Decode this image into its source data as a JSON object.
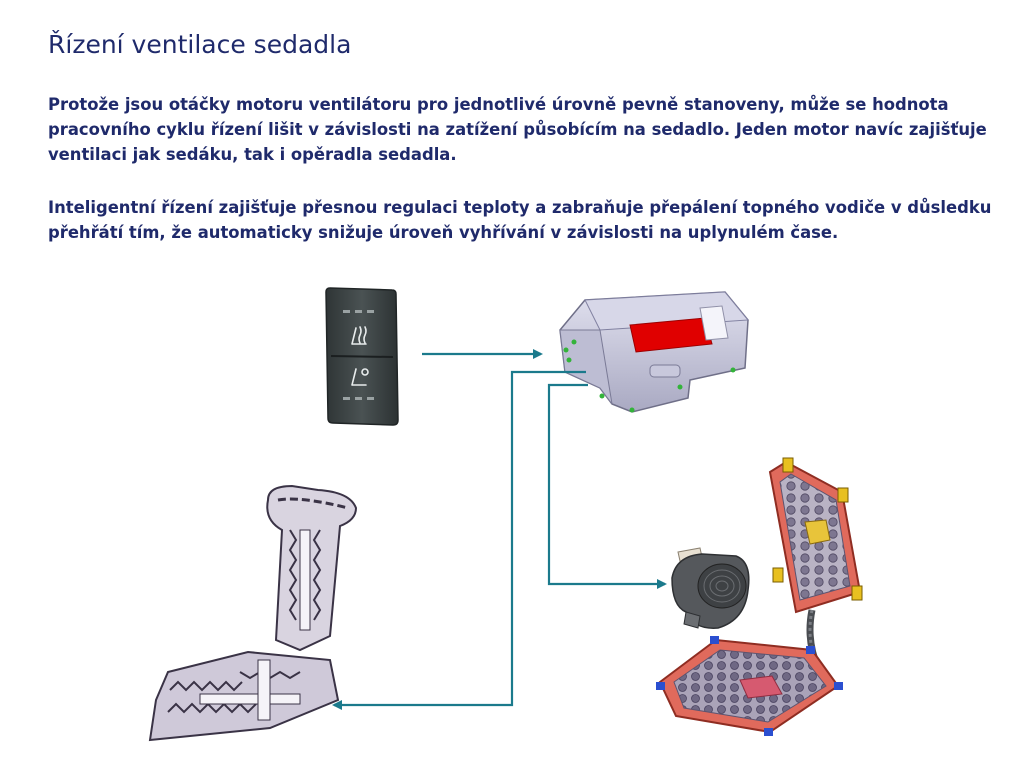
{
  "slide": {
    "title": "Řízení ventilace sedadla",
    "paragraph_1": "Protože jsou otáčky motoru ventilátoru pro jednotlivé úrovně pevně stanoveny, může se hodnota pracovního cyklu řízení lišit v závislosti na zatížení působícím na sedadlo. Jeden motor navíc zajišťuje ventilaci jak sedáku, tak i opěradla sedadla.",
    "paragraph_2": "Inteligentní řízení zajišťuje přesnou regulaci teploty a zabraňuje přepálení topného vodiče v důsledku přehřátí tím, že automaticky snižuje úroveň vyhřívání v závislosti na uplynulém čase."
  },
  "colors": {
    "text": "#1f2a6b",
    "arrow": "#1b7a8c",
    "module_label": "#e00000",
    "switch_body": "#3c4344"
  },
  "components": [
    {
      "id": "switch",
      "icon": "seat-heat-ventilation-switch-icon"
    },
    {
      "id": "control-module",
      "icon": "control-module-icon"
    },
    {
      "id": "blower",
      "icon": "blower-fan-icon"
    },
    {
      "id": "ventilation-pads",
      "icon": "seat-ventilation-pads-icon"
    },
    {
      "id": "heating-element",
      "icon": "seat-heating-element-icon"
    }
  ]
}
